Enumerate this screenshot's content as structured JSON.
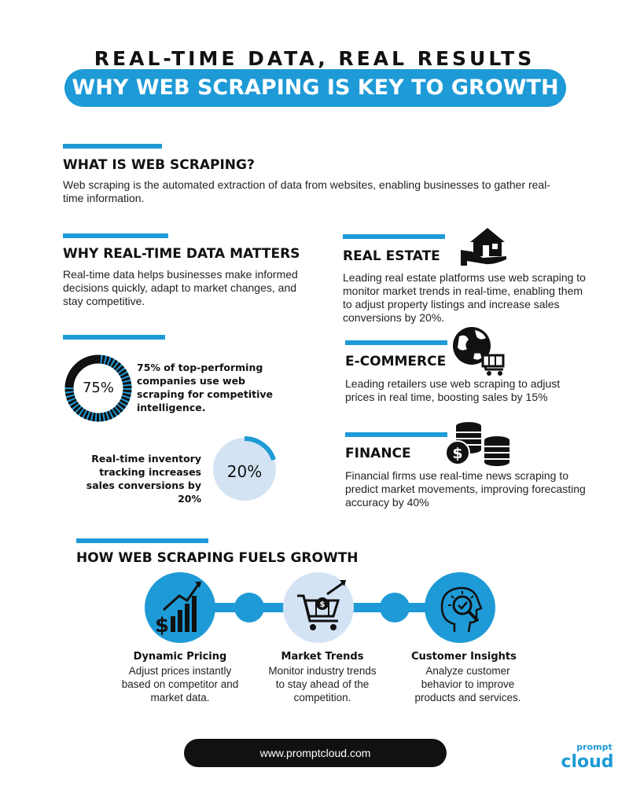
{
  "header": {
    "kicker": "REAL-TIME DATA, REAL RESULTS",
    "title": "WHY WEB SCRAPING IS KEY TO GROWTH"
  },
  "what_is": {
    "heading": "WHAT IS WEB SCRAPING?",
    "body": "Web scraping is the automated extraction of data from websites, enabling businesses to gather real-time information."
  },
  "why_matters": {
    "heading": "WHY REAL-TIME DATA MATTERS",
    "body": "Real-time data helps businesses make informed decisions quickly, adapt to market changes, and stay competitive."
  },
  "stats": [
    {
      "value_label": "75%",
      "value": 75,
      "text": "75% of top-performing companies use web scraping for competitive intelligence."
    },
    {
      "value_label": "20%",
      "value": 20,
      "text": "Real-time inventory tracking increases sales conversions by 20%"
    }
  ],
  "industries": [
    {
      "heading": "REAL ESTATE",
      "icon": "house-hand-icon",
      "body": "Leading real estate platforms use web scraping to monitor market trends in real-time, enabling them to adjust property listings and increase sales conversions by 20%."
    },
    {
      "heading": "E-COMMERCE",
      "icon": "globe-cart-icon",
      "body": "Leading retailers use web scraping to adjust prices in real time, boosting sales by 15%"
    },
    {
      "heading": "FINANCE",
      "icon": "coins-dollar-icon",
      "body": "Financial firms use real-time news scraping to predict market movements, improving forecasting accuracy by 40%"
    }
  ],
  "growth": {
    "heading": "HOW WEB SCRAPING FUELS GROWTH",
    "steps": [
      {
        "title": "Dynamic Pricing",
        "icon": "growth-chart-icon",
        "desc": "Adjust prices instantly based on competitor and market data."
      },
      {
        "title": "Market Trends",
        "icon": "shopping-cart-trend-icon",
        "desc": "Monitor industry trends to stay ahead of the competition."
      },
      {
        "title": "Customer Insights",
        "icon": "head-magnifier-icon",
        "desc": "Analyze customer behavior to improve products and services."
      }
    ]
  },
  "footer": {
    "url": "www.promptcloud.com",
    "logo_top": "prompt",
    "logo_bottom": "cloud"
  },
  "colors": {
    "accent": "#1e9ad6",
    "light": "#d4e3f4",
    "dark": "#111111"
  }
}
